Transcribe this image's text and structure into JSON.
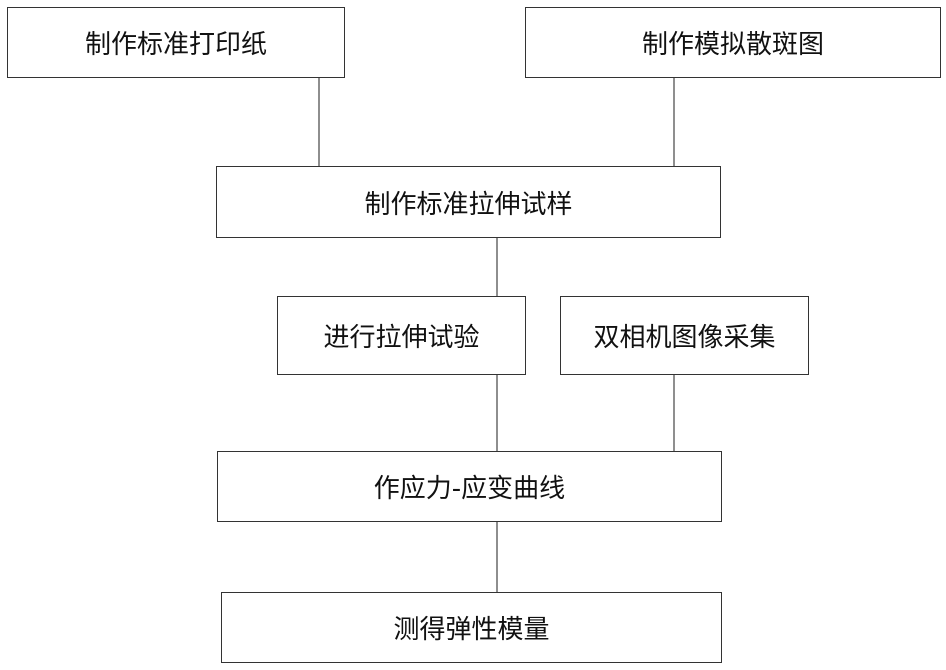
{
  "flowchart": {
    "nodes": {
      "make_standard_paper": "制作标准打印纸",
      "make_speckle_pattern": "制作模拟散斑图",
      "make_tensile_specimen": "制作标准拉伸试样",
      "tensile_test": "进行拉伸试验",
      "dual_camera_capture": "双相机图像采集",
      "stress_strain_curve": "作应力-应变曲线",
      "elastic_modulus": "测得弹性模量"
    }
  }
}
